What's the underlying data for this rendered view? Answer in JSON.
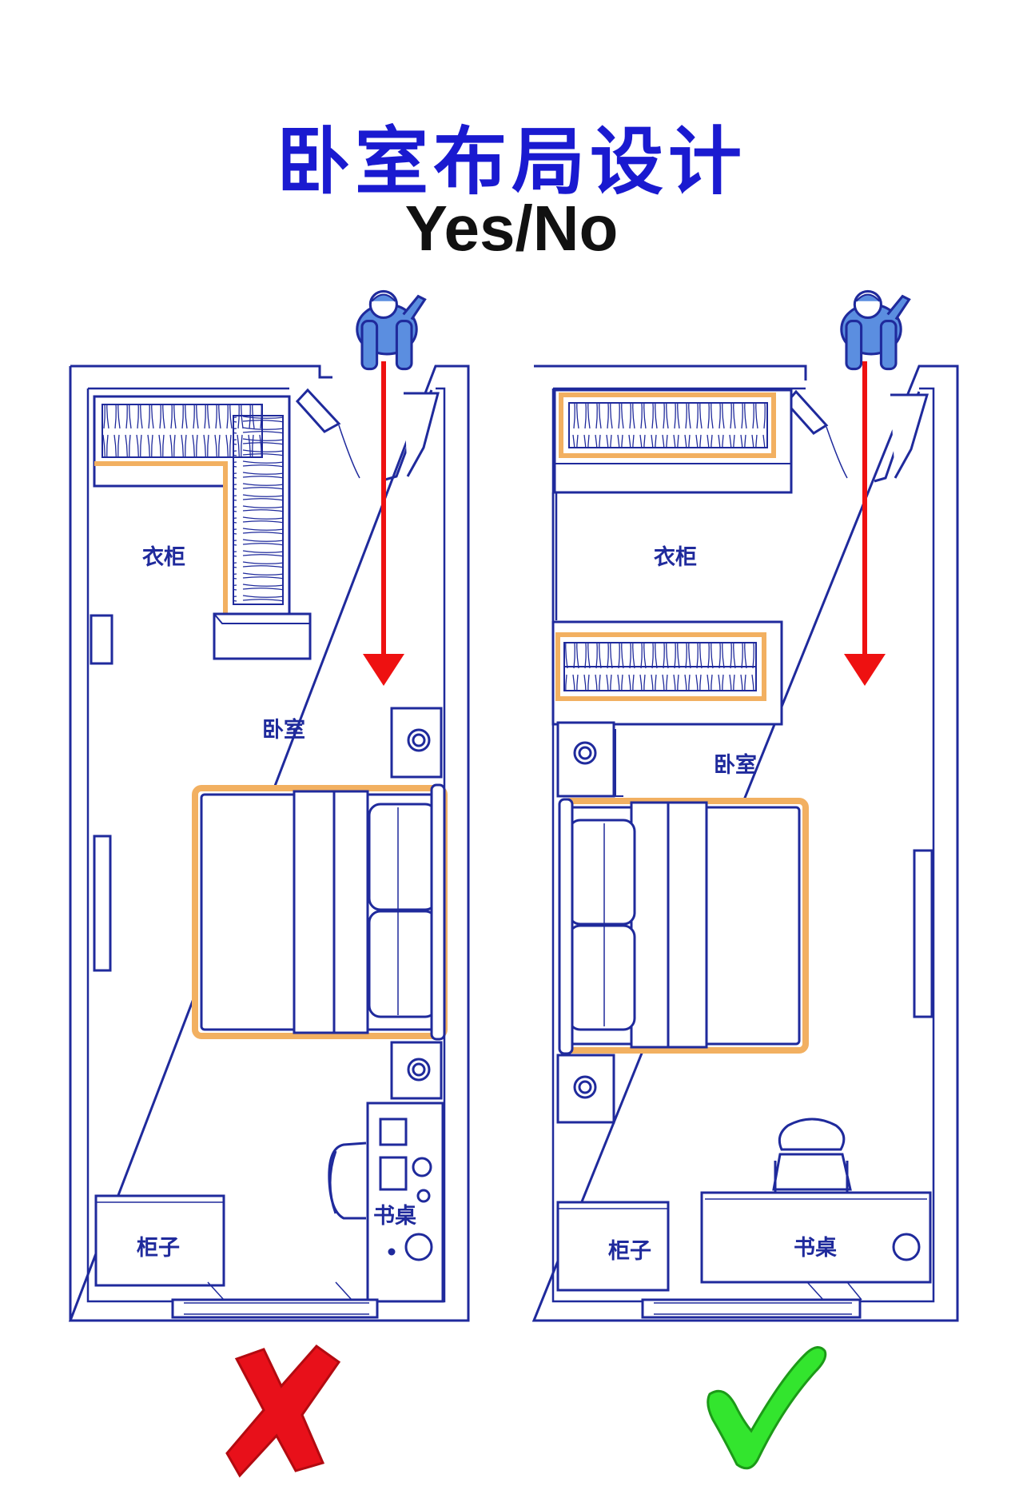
{
  "title": "卧室布局设计",
  "subtitle": "Yes/No",
  "plans": {
    "left": {
      "verdict": "no",
      "wardrobe_label": "衣柜",
      "bedroom_label": "卧室",
      "cabinet_label": "柜子",
      "desk_label": "书桌"
    },
    "right": {
      "verdict": "yes",
      "wardrobe_label": "衣柜",
      "bedroom_label": "卧室",
      "cabinet_label": "柜子",
      "desk_label": "书桌"
    }
  },
  "icons": {
    "person": "person-topdown-icon",
    "arrow": "walk-path-arrow",
    "no": "red-x-icon",
    "yes": "green-check-icon"
  },
  "colors": {
    "title": "#1a1ad0",
    "line": "#1f2a9c",
    "accent": "#f2b061",
    "arrow": "#ee1111",
    "cross": "#e8101a",
    "check": "#33e52e",
    "person": "#5b8ee0"
  }
}
